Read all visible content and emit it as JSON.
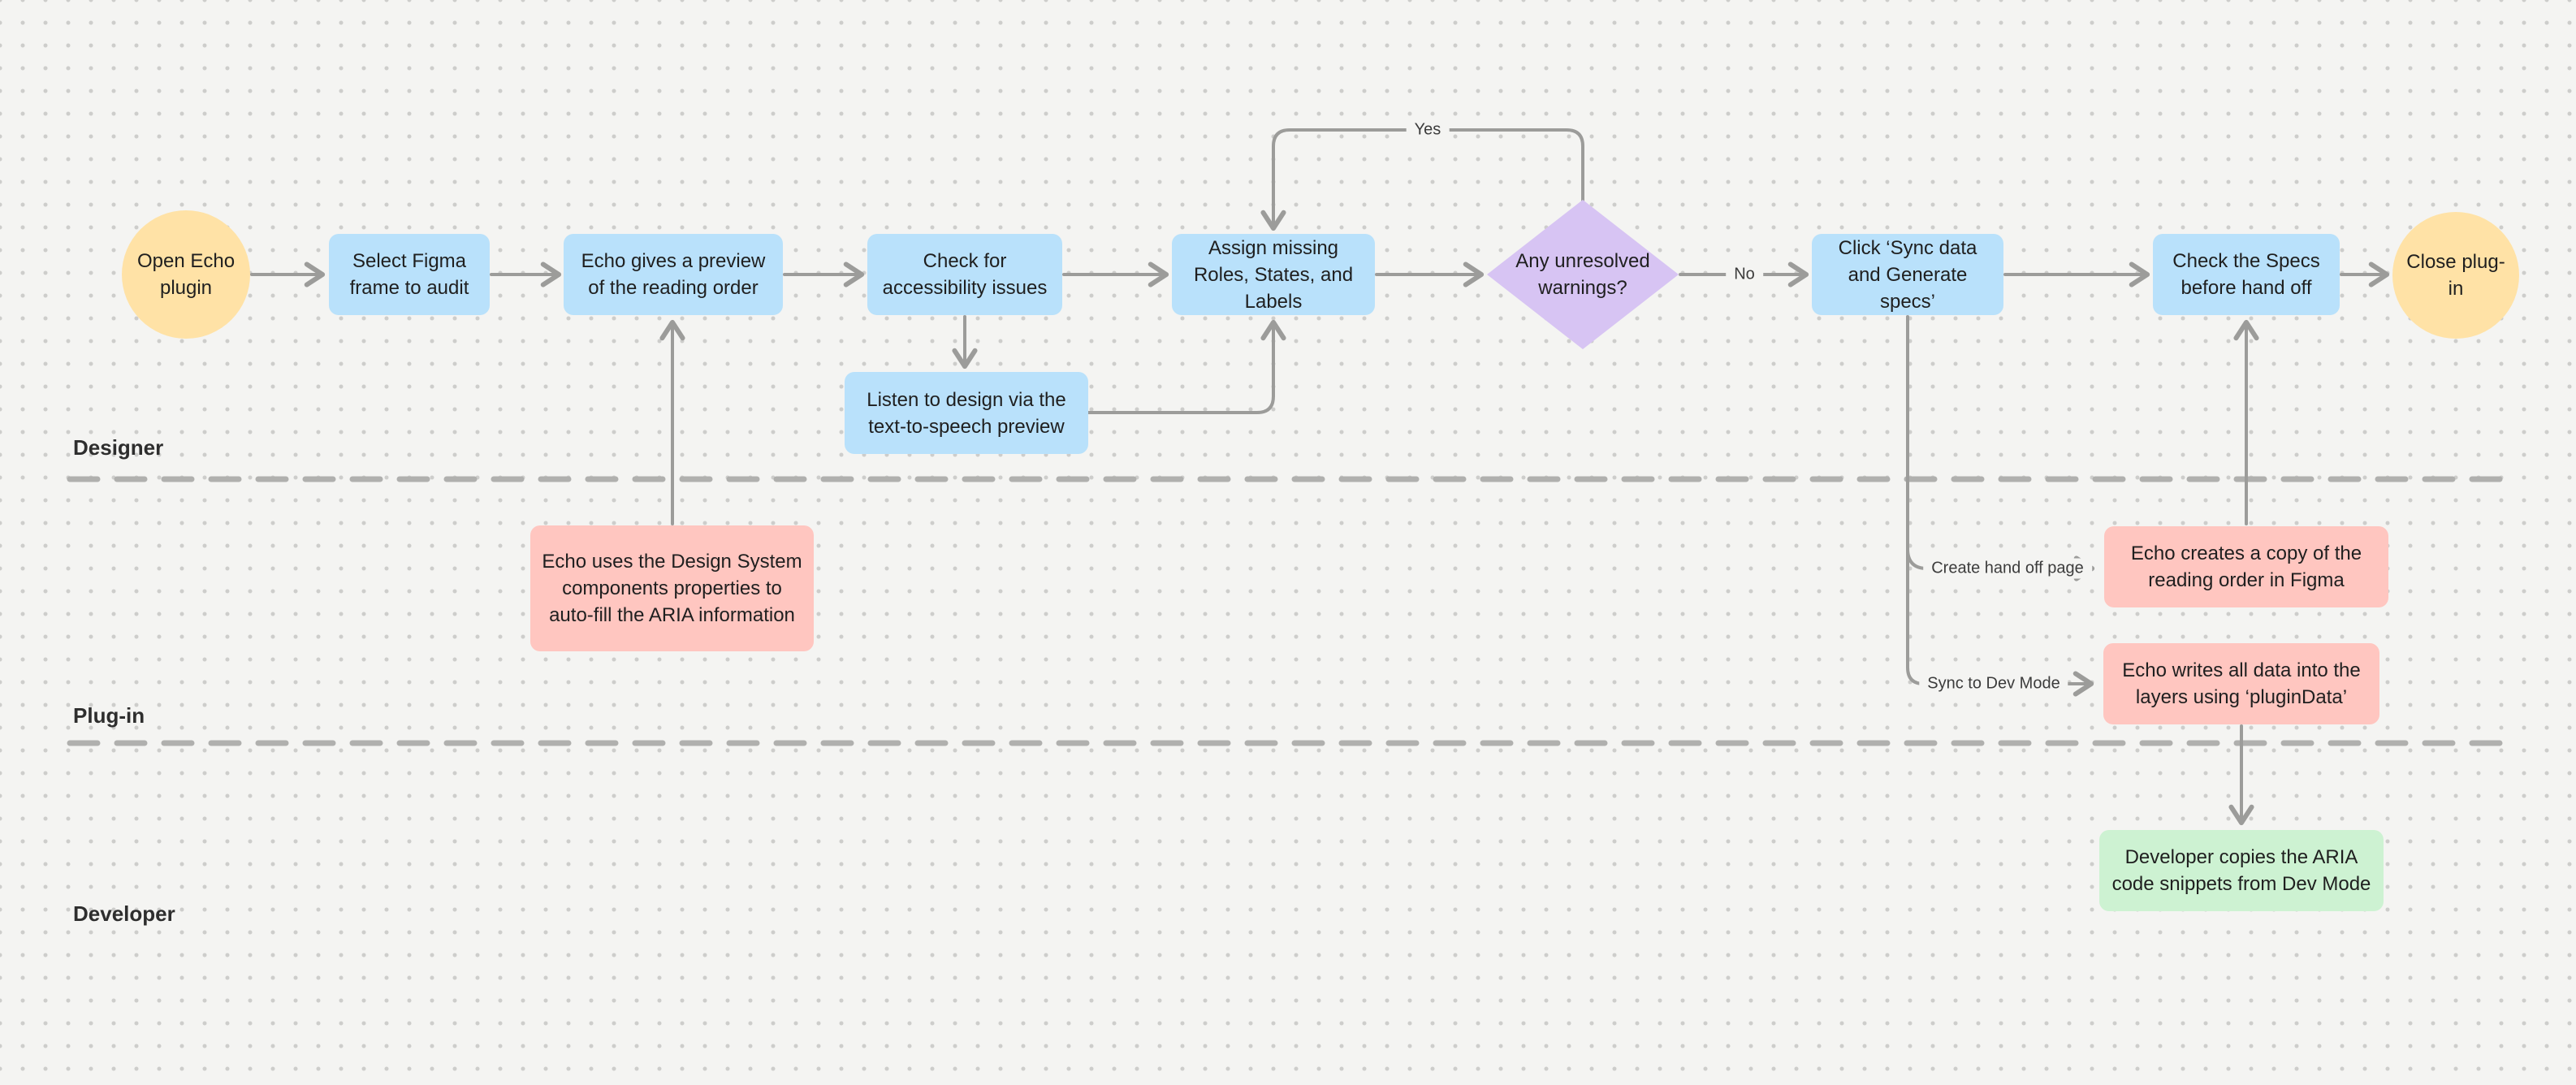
{
  "canvas": {
    "background": "#f4f4f2",
    "dot_color": "#cdcdcb"
  },
  "colors": {
    "process_fill": "#b9e1fb",
    "terminator_fill": "#ffe2a6",
    "decision_fill": "#d7c4f3",
    "plugin_action_fill": "#ffc6c0",
    "developer_action_fill": "#cdf2d2",
    "connector": "#9c9c9a",
    "lane_divider": "#b0b0ae",
    "text": "#1f1f1f"
  },
  "lanes": {
    "designer": {
      "label": "Designer"
    },
    "plugin": {
      "label": "Plug-in"
    },
    "developer": {
      "label": "Developer"
    }
  },
  "nodes": {
    "open_plugin": {
      "label": "Open Echo plugin",
      "type": "terminator"
    },
    "select_frame": {
      "label": "Select Figma frame to audit",
      "type": "process"
    },
    "preview_reading_order": {
      "label": "Echo gives a preview of the reading order",
      "type": "process"
    },
    "check_issues": {
      "label": "Check for accessibility issues",
      "type": "process"
    },
    "assign_roles": {
      "label": "Assign missing Roles, States, and Labels",
      "type": "process"
    },
    "unresolved_warnings": {
      "label": "Any unresolved warnings?",
      "type": "decision"
    },
    "sync_generate": {
      "label": "Click ‘Sync data and Generate specs’",
      "type": "process"
    },
    "check_specs": {
      "label": "Check the Specs before hand off",
      "type": "process"
    },
    "close_plugin": {
      "label": "Close plug-in",
      "type": "terminator"
    },
    "listen_tts": {
      "label": "Listen to design via the text-to-speech preview",
      "type": "process"
    },
    "aria_autofill": {
      "label": "Echo uses the Design System components properties to auto-fill the ARIA information",
      "type": "plugin-action"
    },
    "copy_reading_order": {
      "label": "Echo creates a copy of the reading order in Figma",
      "type": "plugin-action"
    },
    "write_plugindata": {
      "label": "Echo writes all data into the layers using ‘pluginData’",
      "type": "plugin-action"
    },
    "copy_snippets": {
      "label": "Developer copies the ARIA code snippets from Dev Mode",
      "type": "developer-action"
    }
  },
  "edge_labels": {
    "yes": "Yes",
    "no": "No",
    "create_handoff": "Create hand off page",
    "sync_dev_mode": "Sync to Dev Mode"
  }
}
